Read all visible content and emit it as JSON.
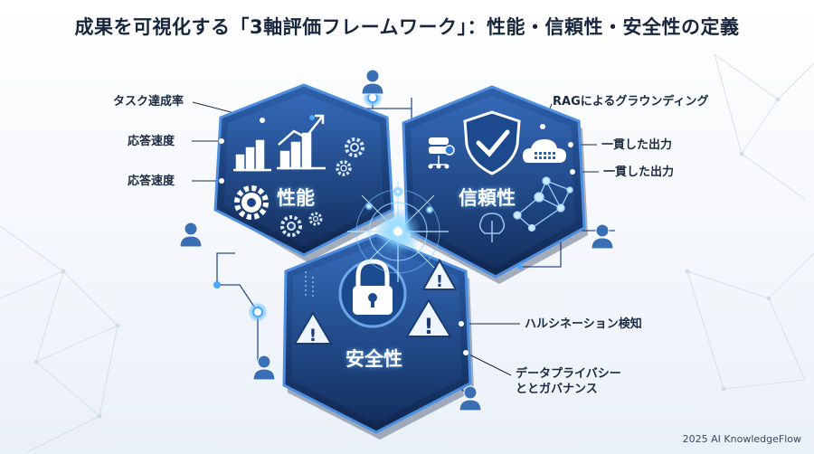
{
  "title": "成果を可視化する「3軸評価フレームワーク」：性能・信頼性・安全性の定義",
  "hexagons": {
    "performance": "性能",
    "reliability": "信頼性",
    "safety": "安全性"
  },
  "labels": {
    "perf_1": "タスク達成率",
    "perf_2": "応答速度",
    "perf_3": "応答速度",
    "rel_1": "RAGによるグラウンディング",
    "rel_2": "一貫した出力",
    "rel_3": "一貫した出力",
    "safe_1": "ハルシネーション検知",
    "safe_2_line1": "データプライバシー",
    "safe_2_line2": "ととガバナンス"
  },
  "footer": "2025 AI KnowledgeFlow",
  "colors": {
    "hex_dark": "#13305f",
    "hex_mid": "#2a5aa0",
    "hex_rim": "#3f7fd0",
    "glow": "#6fc3ff",
    "warning": "#eef5ff"
  }
}
